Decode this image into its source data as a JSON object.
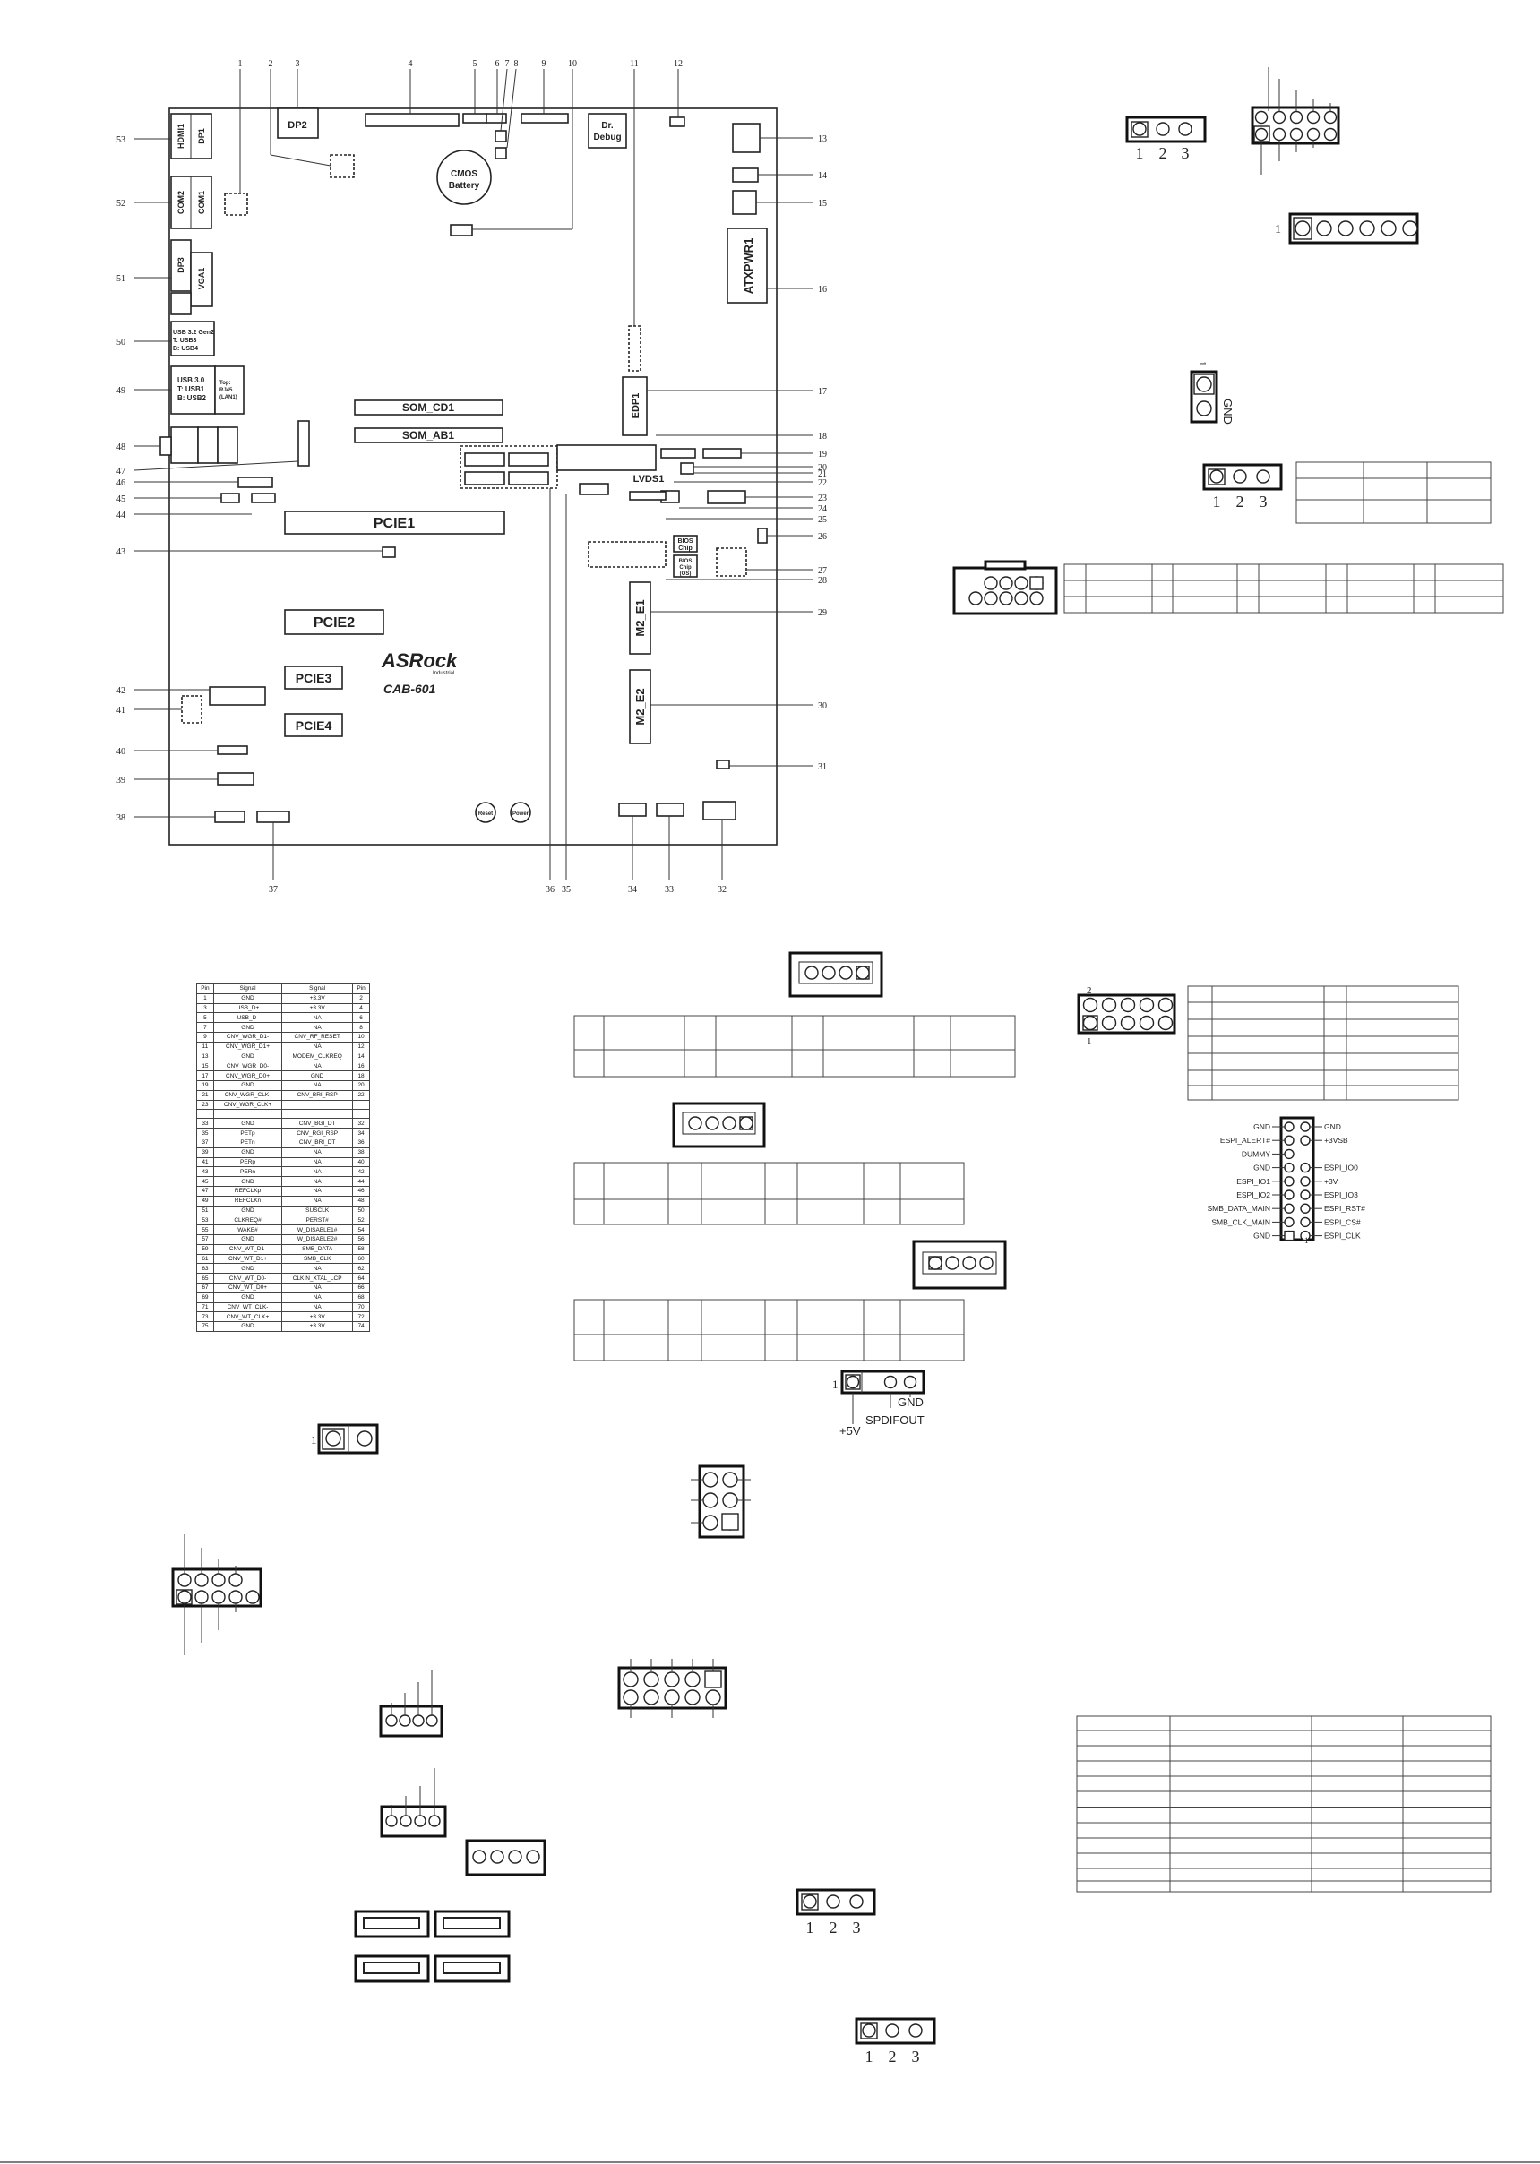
{
  "board": {
    "brand": "ASRock",
    "brand_sub": "Industrial",
    "model": "CAB-601",
    "callouts_top": [
      "1",
      "2",
      "3",
      "4",
      "5",
      "6",
      "7",
      "8",
      "9",
      "10",
      "11",
      "12"
    ],
    "callouts_right": [
      "13",
      "14",
      "15",
      "16",
      "17",
      "18",
      "19",
      "20",
      "21",
      "22",
      "23",
      "24",
      "25",
      "26",
      "27",
      "28",
      "29",
      "30",
      "31"
    ],
    "callouts_bottom": [
      "32",
      "33",
      "34",
      "35",
      "36",
      "37"
    ],
    "callouts_left": [
      "38",
      "39",
      "40",
      "41",
      "42",
      "43",
      "44",
      "45",
      "46",
      "47",
      "48",
      "49",
      "50",
      "51",
      "52",
      "53"
    ],
    "components": {
      "dp2": "DP2",
      "dr_debug": "Dr.\nDebug",
      "cmos": "CMOS\nBattery",
      "hdmi1": "HDMI1",
      "dp1": "DP1",
      "com2": "COM2",
      "com1": "COM1",
      "dp3": "DP3",
      "vga1": "VGA1",
      "usb32": "USB 3.2 Gen2\nT: USB3\nB: USB4",
      "usb30": "USB 3.0\nT: USB1\nB: USB2",
      "rj45": "Top:\nRJ45\n(LAN1)",
      "atxpwr1": "ATXPWR1",
      "edp1": "EDP1",
      "som_cd1": "SOM_CD1",
      "som_ab1": "SOM_AB1",
      "lvds1": "LVDS1",
      "pcie1": "PCIE1",
      "pcie2": "PCIE2",
      "pcie3": "PCIE3",
      "pcie4": "PCIE4",
      "bios_chip": "BIOS\nChip",
      "bios_chip2": "BIOS\nChip\n(OS)",
      "m2_e1": "M2_E1",
      "m2_e2": "M2_E2",
      "reset": "Reset",
      "power": "Power"
    }
  },
  "pin_labels": {
    "p123": [
      "1",
      "2",
      "3"
    ],
    "one": "1",
    "gnd": "GND",
    "spdif": {
      "v5": "+5V",
      "out": "SPDIFOUT",
      "gnd": "GND"
    },
    "header_2_1": [
      "2",
      "1"
    ]
  },
  "espi": {
    "left": [
      "GND",
      "ESPI_ALERT#",
      "DUMMY",
      "GND",
      "ESPI_IO1",
      "ESPI_IO2",
      "SMB_DATA_MAIN",
      "SMB_CLK_MAIN",
      "GND"
    ],
    "right": [
      "GND",
      "+3VSB",
      "",
      "ESPI_IO0",
      "+3V",
      "ESPI_IO3",
      "ESPI_RST#",
      "ESPI_CS#",
      "ESPI_CLK"
    ],
    "pin1": "1"
  },
  "m2_pinout": {
    "headers": [
      "Pin",
      "Signal",
      "Signal",
      "Pin"
    ],
    "rows_top": [
      [
        "1",
        "GND",
        "+3.3V",
        "2"
      ],
      [
        "3",
        "USB_D+",
        "+3.3V",
        "4"
      ],
      [
        "5",
        "USB_D-",
        "NA",
        "6"
      ],
      [
        "7",
        "GND",
        "NA",
        "8"
      ],
      [
        "9",
        "CNV_WGR_D1-",
        "CNV_RF_RESET",
        "10"
      ],
      [
        "11",
        "CNV_WGR_D1+",
        "NA",
        "12"
      ],
      [
        "13",
        "GND",
        "MODEM_CLKREQ",
        "14"
      ],
      [
        "15",
        "CNV_WGR_D0-",
        "NA",
        "16"
      ],
      [
        "17",
        "CNV_WGR_D0+",
        "GND",
        "18"
      ],
      [
        "19",
        "GND",
        "NA",
        "20"
      ],
      [
        "21",
        "CNV_WGR_CLK-",
        "CNV_BRI_RSP",
        "22"
      ],
      [
        "23",
        "CNV_WGR_CLK+",
        "",
        ""
      ]
    ],
    "rows_bottom": [
      [
        "33",
        "GND",
        "CNV_BGI_DT",
        "32"
      ],
      [
        "35",
        "PETp",
        "CNV_RGI_RSP",
        "34"
      ],
      [
        "37",
        "PETn",
        "CNV_BRI_DT",
        "36"
      ],
      [
        "39",
        "GND",
        "NA",
        "38"
      ],
      [
        "41",
        "PERp",
        "NA",
        "40"
      ],
      [
        "43",
        "PERn",
        "NA",
        "42"
      ],
      [
        "45",
        "GND",
        "NA",
        "44"
      ],
      [
        "47",
        "REFCLKp",
        "NA",
        "46"
      ],
      [
        "49",
        "REFCLKn",
        "NA",
        "48"
      ],
      [
        "51",
        "GND",
        "SUSCLK",
        "50"
      ],
      [
        "53",
        "CLKREQ#",
        "PERST#",
        "52"
      ],
      [
        "55",
        "WAKE#",
        "W_DISABLE1#",
        "54"
      ],
      [
        "57",
        "GND",
        "W_DISABLE2#",
        "56"
      ],
      [
        "59",
        "CNV_WT_D1-",
        "SMB_DATA",
        "58"
      ],
      [
        "61",
        "CNV_WT_D1+",
        "SMB_CLK",
        "60"
      ],
      [
        "63",
        "GND",
        "NA",
        "62"
      ],
      [
        "65",
        "CNV_WT_D0-",
        "CLKIN_XTAL_LCP",
        "64"
      ],
      [
        "67",
        "CNV_WT_D0+",
        "NA",
        "66"
      ],
      [
        "69",
        "GND",
        "NA",
        "68"
      ],
      [
        "71",
        "CNV_WT_CLK-",
        "NA",
        "70"
      ],
      [
        "73",
        "CNV_WT_CLK+",
        "+3.3V",
        "72"
      ],
      [
        "75",
        "GND",
        "+3.3V",
        "74"
      ]
    ]
  }
}
